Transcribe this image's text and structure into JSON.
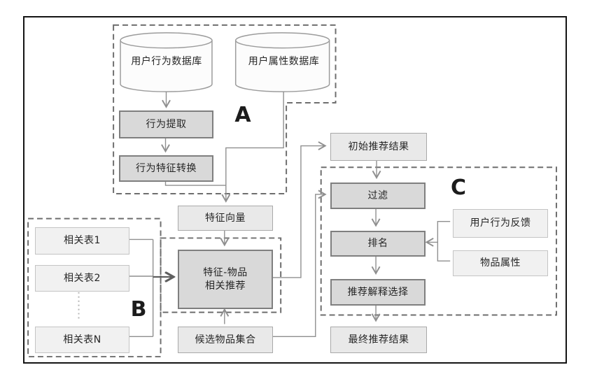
{
  "diagram": {
    "groups": {
      "a_label": "A",
      "b_label": "B",
      "c_label": "C"
    },
    "databases": {
      "behavior_db": "用户行为数据库",
      "attribute_db": "用户属性数据库"
    },
    "nodes": {
      "behavior_extract": "行为提取",
      "behavior_feature_convert": "行为特征转换",
      "feature_vector": "特征向量",
      "feature_item_line1": "特征-物品",
      "feature_item_line2": "相关推荐",
      "candidate_items": "候选物品集合",
      "related_table_1": "相关表1",
      "related_table_2": "相关表2",
      "related_table_n": "相关表N",
      "initial_result": "初始推荐结果",
      "filter": "过滤",
      "ranking": "排名",
      "explain_select": "推荐解释选择",
      "final_result": "最终推荐结果",
      "user_feedback": "用户行为反馈",
      "item_attribute": "物品属性"
    },
    "colors": {
      "process_fill": "#d9d9d9",
      "process_border": "#7f7f7f",
      "data_fill": "#e9e9e9",
      "lite_fill": "#f1f1f1",
      "line": "#8f8f8f",
      "dash": "#6e6e6e",
      "frame": "#141414"
    }
  }
}
